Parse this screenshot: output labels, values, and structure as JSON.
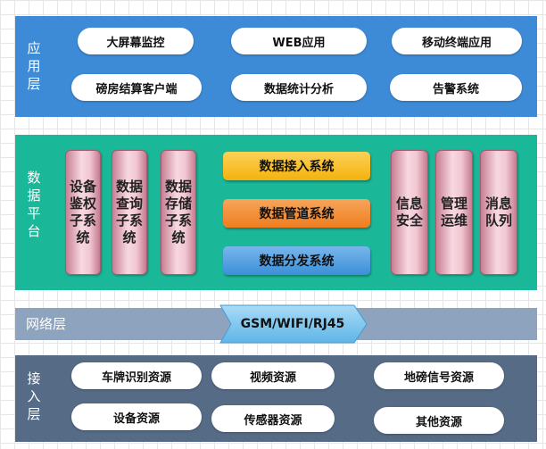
{
  "app_layer": {
    "label": "应用层",
    "items": [
      "大屏幕监控",
      "WEB应用",
      "移动终端应用",
      "磅房结算客户端",
      "数据统计分析",
      "告警系统"
    ]
  },
  "platform_layer": {
    "label": "数据平台",
    "left_boxes": [
      "设备鉴权子系统",
      "数据查询子系统",
      "数据存储子系统"
    ],
    "center_bars": [
      "数据接入系统",
      "数据管道系统",
      "数据分发系统"
    ],
    "right_boxes": [
      "信息安全",
      "管理运维",
      "消息队列"
    ]
  },
  "network_layer": {
    "label": "网络层",
    "banner": "GSM/WIFI/RJ45"
  },
  "access_layer": {
    "label": "接入层",
    "items": [
      "车牌识别资源",
      "视频资源",
      "地磅信号资源",
      "设备资源",
      "传感器资源",
      "其他资源"
    ]
  },
  "colors": {
    "app_bg": "#3d8ad6",
    "platform_bg": "#1ab898",
    "network_bg": "#8ea3bd",
    "access_bg": "#566b86",
    "bar_orange": "#f5b20e",
    "bar_red_orange": "#ef7e1f",
    "bar_blue": "#3b8fd8"
  }
}
